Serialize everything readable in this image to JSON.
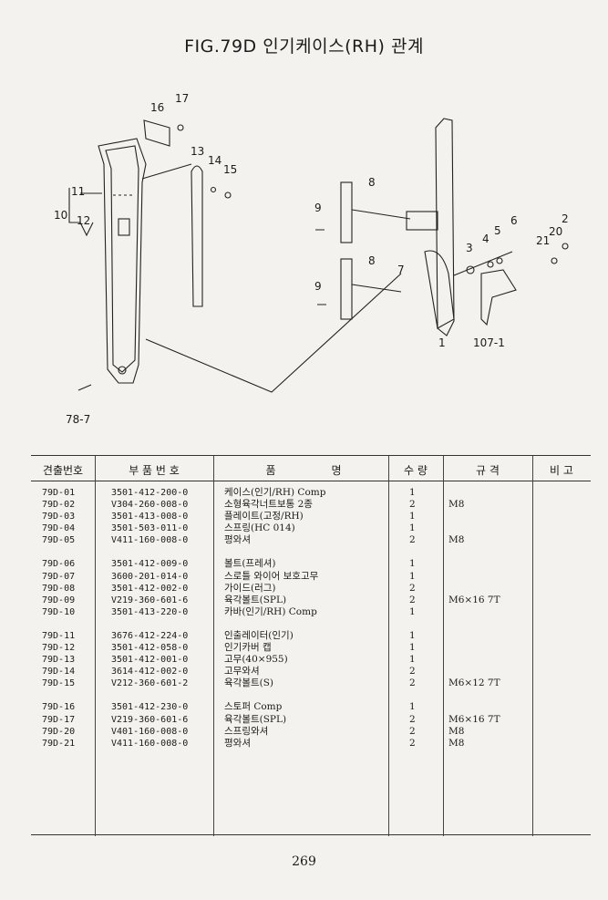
{
  "title": "FIG.79D 인기케이스(RH) 관계",
  "callouts": {
    "c1": "1",
    "c2": "2",
    "c3": "3",
    "c4": "4",
    "c5": "5",
    "c6": "6",
    "c7": "7",
    "c8a": "8",
    "c8b": "8",
    "c9a": "9",
    "c9b": "9",
    "c10": "10",
    "c11": "11",
    "c12": "12",
    "c13": "13",
    "c14": "14",
    "c15": "15",
    "c16": "16",
    "c17": "17",
    "c20": "20",
    "c21": "21",
    "c107": "107-1",
    "c78": "78-7"
  },
  "table": {
    "headers": {
      "no": "견출번호",
      "part": "부 품 번 호",
      "name_a": "품",
      "name_b": "명",
      "qty": "수 량",
      "spec": "규 격",
      "remark": "비 고"
    },
    "rows": [
      {
        "no": "79D-01",
        "part": "3501-412-200-0",
        "name": "케이스(인기/RH) Comp",
        "qty": "1",
        "spec": ""
      },
      {
        "no": "79D-02",
        "part": "V304-260-008-0",
        "name": "소형육각너트보통 2종",
        "qty": "2",
        "spec": "M8"
      },
      {
        "no": "79D-03",
        "part": "3501-413-008-0",
        "name": "플레이트(고정/RH)",
        "qty": "1",
        "spec": ""
      },
      {
        "no": "79D-04",
        "part": "3501-503-011-0",
        "name": "스프링(HC 014)",
        "qty": "1",
        "spec": ""
      },
      {
        "no": "79D-05",
        "part": "V411-160-008-0",
        "name": "평와셔",
        "qty": "2",
        "spec": "M8"
      },
      {
        "no": "79D-06",
        "part": "3501-412-009-0",
        "name": "볼트(프레셔)",
        "qty": "1",
        "spec": ""
      },
      {
        "no": "79D-07",
        "part": "3600-201-014-0",
        "name": "스로틀 와이어 보호고무",
        "qty": "1",
        "spec": ""
      },
      {
        "no": "79D-08",
        "part": "3501-412-002-0",
        "name": "가이드(러그)",
        "qty": "2",
        "spec": ""
      },
      {
        "no": "79D-09",
        "part": "V219-360-601-6",
        "name": "육각볼트(SPL)",
        "qty": "2",
        "spec": "M6×16 7T"
      },
      {
        "no": "79D-10",
        "part": "3501-413-220-0",
        "name": "카바(인기/RH) Comp",
        "qty": "1",
        "spec": ""
      },
      {
        "no": "79D-11",
        "part": "3676-412-224-0",
        "name": "인출레이터(인기)",
        "qty": "1",
        "spec": ""
      },
      {
        "no": "79D-12",
        "part": "3501-412-058-0",
        "name": "인기카버 캡",
        "qty": "1",
        "spec": ""
      },
      {
        "no": "79D-13",
        "part": "3501-412-001-0",
        "name": "고무(40×955)",
        "qty": "1",
        "spec": ""
      },
      {
        "no": "79D-14",
        "part": "3614-412-002-0",
        "name": "고무와셔",
        "qty": "2",
        "spec": ""
      },
      {
        "no": "79D-15",
        "part": "V212-360-601-2",
        "name": "육각볼트(S)",
        "qty": "2",
        "spec": "M6×12 7T"
      },
      {
        "no": "79D-16",
        "part": "3501-412-230-0",
        "name": "스토퍼 Comp",
        "qty": "1",
        "spec": ""
      },
      {
        "no": "79D-17",
        "part": "V219-360-601-6",
        "name": "육각볼트(SPL)",
        "qty": "2",
        "spec": "M6×16 7T"
      },
      {
        "no": "79D-20",
        "part": "V401-160-008-0",
        "name": "스프링와셔",
        "qty": "2",
        "spec": "M8"
      },
      {
        "no": "79D-21",
        "part": "V411-160-008-0",
        "name": "평와셔",
        "qty": "2",
        "spec": "M8"
      }
    ]
  },
  "page_number": "269"
}
